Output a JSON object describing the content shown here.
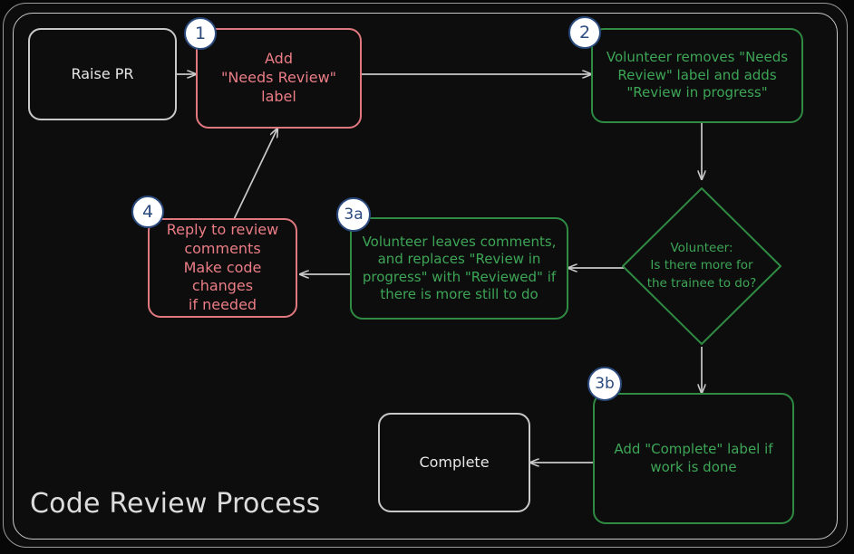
{
  "diagram": {
    "title": "Code Review Process",
    "colors": {
      "background": "#0d0d0d",
      "neutral_stroke": "#c9c9c9",
      "red_stroke": "#e0787f",
      "red_text": "#eb7d86",
      "green_stroke": "#2f8a43",
      "green_text": "#3da556",
      "badge_fill": "#ffffff",
      "badge_stroke": "#2b4a7e",
      "arrow": "#c9c9c9"
    },
    "nodes": [
      {
        "id": "raise-pr",
        "label": "Raise PR",
        "shape": "rounded-rect",
        "style": "neutral"
      },
      {
        "id": "add-label",
        "label": "Add\n\"Needs Review\"\nlabel",
        "shape": "rounded-rect",
        "style": "red",
        "badge": "1"
      },
      {
        "id": "volunteer",
        "label": "Volunteer removes \"Needs\nReview\" label and adds\n\"Review in progress\"",
        "shape": "rounded-rect",
        "style": "green",
        "badge": "2"
      },
      {
        "id": "decision",
        "label": "Volunteer:\nIs there more for\nthe trainee to do?",
        "shape": "diamond",
        "style": "green"
      },
      {
        "id": "leave-comments",
        "label": "Volunteer leaves comments,\nand replaces \"Review in\nprogress\" with \"Reviewed\" if\nthere is more still to do",
        "shape": "rounded-rect",
        "style": "green",
        "badge": "3a"
      },
      {
        "id": "reply",
        "label": "Reply to review\ncomments\nMake code changes\nif needed",
        "shape": "rounded-rect",
        "style": "red",
        "badge": "4"
      },
      {
        "id": "add-complete",
        "label": "Add \"Complete\" label if\nwork is done",
        "shape": "rounded-rect",
        "style": "green",
        "badge": "3b"
      },
      {
        "id": "complete",
        "label": "Complete",
        "shape": "rounded-rect",
        "style": "neutral"
      }
    ],
    "edges": [
      {
        "from": "raise-pr",
        "to": "add-label"
      },
      {
        "from": "add-label",
        "to": "volunteer"
      },
      {
        "from": "volunteer",
        "to": "decision"
      },
      {
        "from": "decision",
        "to": "leave-comments"
      },
      {
        "from": "leave-comments",
        "to": "reply"
      },
      {
        "from": "reply",
        "to": "add-label"
      },
      {
        "from": "decision",
        "to": "add-complete"
      },
      {
        "from": "add-complete",
        "to": "complete"
      }
    ]
  }
}
